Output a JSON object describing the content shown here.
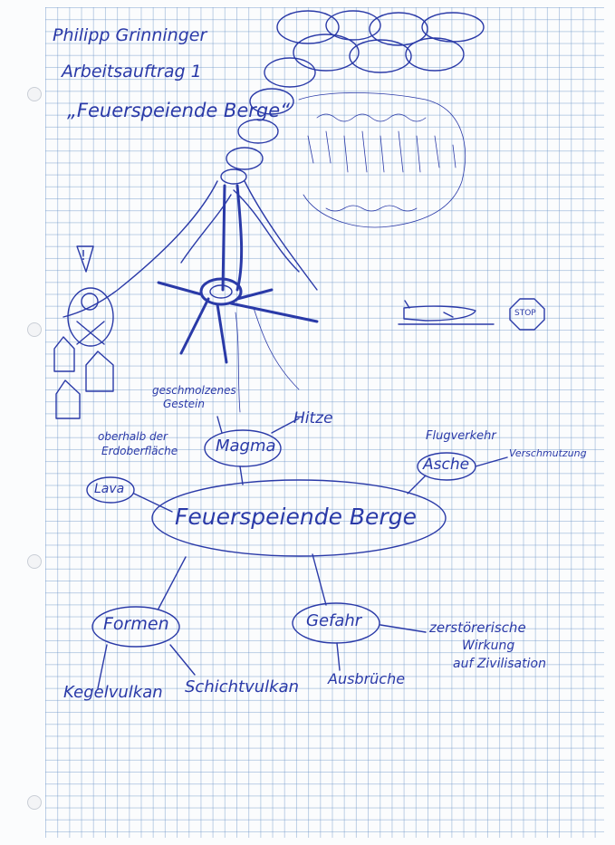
{
  "header": {
    "author": "Philipp Grinninger",
    "assignment": "Arbeitsauftrag 1",
    "topic": "„Feuerspeiende Berge“"
  },
  "mindmap": {
    "center": "Feuerspeiende Berge",
    "nodes": {
      "magma": "Magma",
      "lava": "Lava",
      "asche": "Asche",
      "formen": "Formen",
      "gefahr": "Gefahr"
    },
    "notes": {
      "geschmolzenes_line1": "geschmolzenes",
      "geschmolzenes_line2": "Gestein",
      "hitze": "Hitze",
      "oberhalb_line1": "oberhalb der",
      "oberhalb_line2": "Erdoberfläche",
      "flugverkehr": "Flugverkehr",
      "verschmutzung": "Verschmutzung",
      "kegelvulkan": "Kegelvulkan",
      "schichtvulkan": "Schichtvulkan",
      "ausbrueche": "Ausbrüche",
      "zerstoerische_line1": "zerstörerische",
      "zerstoerische_line2": "Wirkung",
      "zerstoerische_line3": "auf Zivilisation"
    }
  },
  "drawings": {
    "stop_sign": "STOP",
    "warning_sign": "!",
    "ink_color": "#2a3aa8",
    "grid_color": "#6e96c8"
  }
}
